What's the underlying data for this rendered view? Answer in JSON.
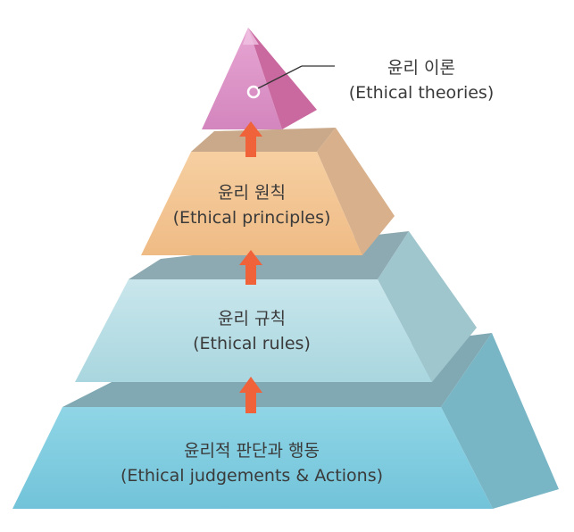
{
  "levels": [
    {
      "ko": "윤리 이론",
      "en": "(Ethical theories)"
    },
    {
      "ko": "윤리 원칙",
      "en": "(Ethical principles)"
    },
    {
      "ko": "윤리 규칙",
      "en": "(Ethical rules)"
    },
    {
      "ko": "윤리적 판단과 행동",
      "en": "(Ethical judgements & Actions)"
    }
  ],
  "colors": {
    "tier_theory": "#d68bbf",
    "tier_principle": "#f3c592",
    "tier_rule": "#bfe0e6",
    "tier_action": "#86cfe2",
    "arrow": "#f0623a"
  }
}
